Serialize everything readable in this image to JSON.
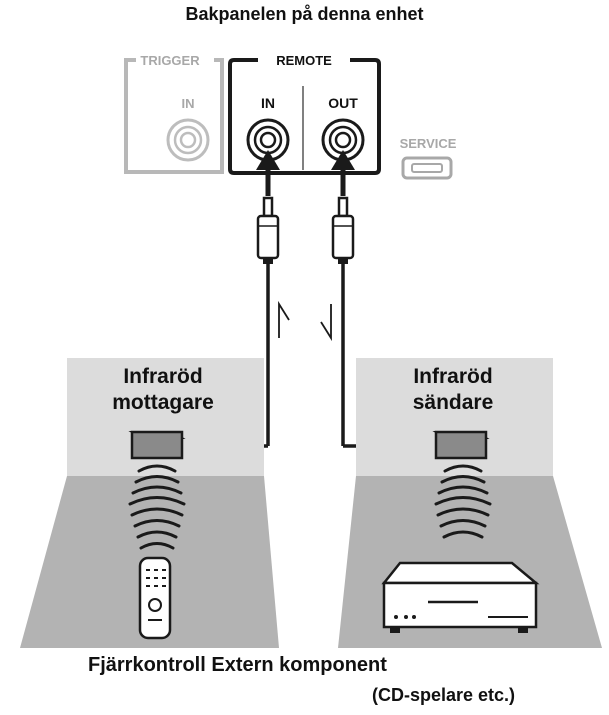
{
  "title": "Bakpanelen på denna enhet",
  "panel": {
    "trigger_label": "TRIGGER",
    "trigger_in_label": "IN",
    "remote_label": "REMOTE",
    "remote_in_label": "IN",
    "remote_out_label": "OUT",
    "service_label": "SERVICE"
  },
  "receiver": {
    "line1": "Infraröd",
    "line2": "mottagare"
  },
  "transmitter": {
    "line1": "Infraröd",
    "line2": "sändare"
  },
  "caption": {
    "line1": "Fjärrkontroll Extern komponent",
    "line2": "(CD-spelare etc.)"
  },
  "colors": {
    "panel_grey": "#b8b8b8",
    "box_light": "#dcdcdc",
    "box_floor": "#b3b3b3",
    "device": "#8a8a8a",
    "outline": "#1a1a1a"
  }
}
